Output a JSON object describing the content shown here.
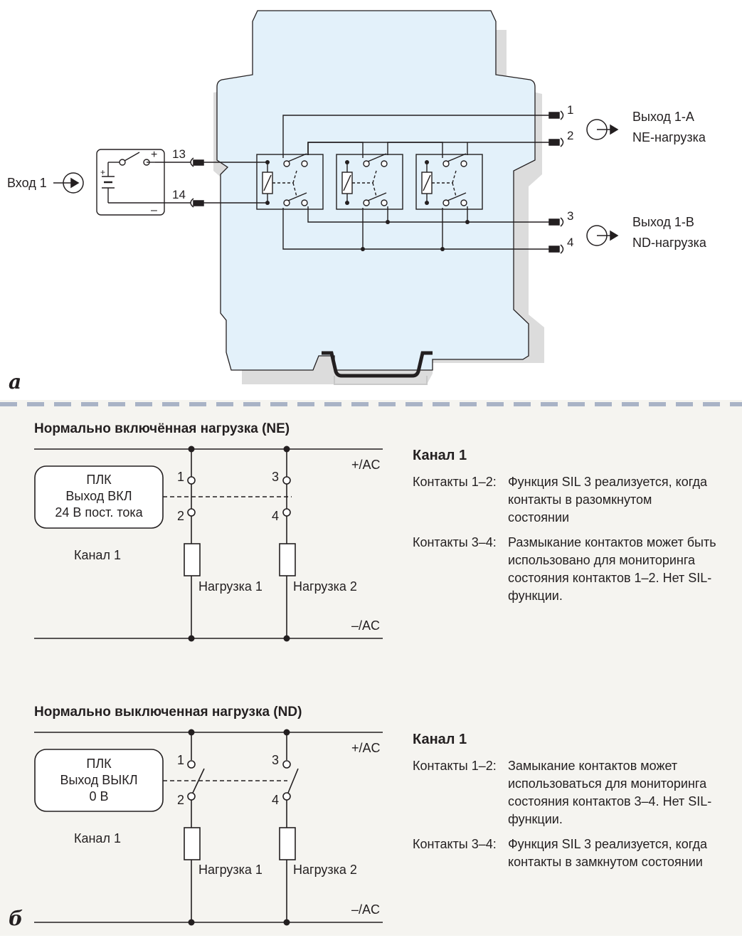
{
  "diagram_a": {
    "label": "а",
    "input": {
      "label": "Вход 1",
      "plus": "+",
      "minus": "–",
      "term_top": "13",
      "term_bottom": "14"
    },
    "output_a": {
      "line1": "Выход 1-А",
      "line2": "NE-нагрузка",
      "term1": "1",
      "term2": "2"
    },
    "output_b": {
      "line1": "Выход 1-В",
      "line2": "ND-нагрузка",
      "term1": "3",
      "term2": "4"
    }
  },
  "diagram_b": {
    "label": "б",
    "ne": {
      "heading": "Нормально включённая нагрузка (NE)",
      "plc_line1": "ПЛК",
      "plc_line2": "Выход ВКЛ",
      "plc_line3": "24 В пост. тока",
      "channel": "Канал 1",
      "contact1": "1",
      "contact2": "2",
      "contact3": "3",
      "contact4": "4",
      "load1": "Нагрузка 1",
      "load2": "Нагрузка 2",
      "plus_ac": "+/AC",
      "minus_ac": "–/AC",
      "info_title": "Канал 1",
      "info_row1_label": "Контакты 1–2:",
      "info_row1_text": "Функция SIL 3 реализуется, когда контакты в разомкнутом состоянии",
      "info_row2_label": "Контакты 3–4:",
      "info_row2_text": "Размыкание контактов может быть использовано для мониторинга состояния контактов 1–2. Нет SIL-функции."
    },
    "nd": {
      "heading": "Нормально выключенная нагрузка (ND)",
      "plc_line1": "ПЛК",
      "plc_line2": "Выход ВЫКЛ",
      "plc_line3": "0 В",
      "channel": "Канал 1",
      "contact1": "1",
      "contact2": "2",
      "contact3": "3",
      "contact4": "4",
      "load1": "Нагрузка 1",
      "load2": "Нагрузка 2",
      "plus_ac": "+/AC",
      "minus_ac": "–/AC",
      "info_title": "Канал 1",
      "info_row1_label": "Контакты 1–2:",
      "info_row1_text": "Замыкание контактов может использоваться для мониторинга состояния контактов 3–4. Нет SIL-функции.",
      "info_row2_label": "Контакты 3–4:",
      "info_row2_text": "Функция SIL 3 реализуется, когда контакты в замкнутом состоянии"
    }
  },
  "colors": {
    "housing": "#e3f1fa",
    "shadow": "#d9d9d9",
    "separator": "#a9b3c6",
    "panel": "#f5f4f0",
    "ink": "#231f20"
  }
}
